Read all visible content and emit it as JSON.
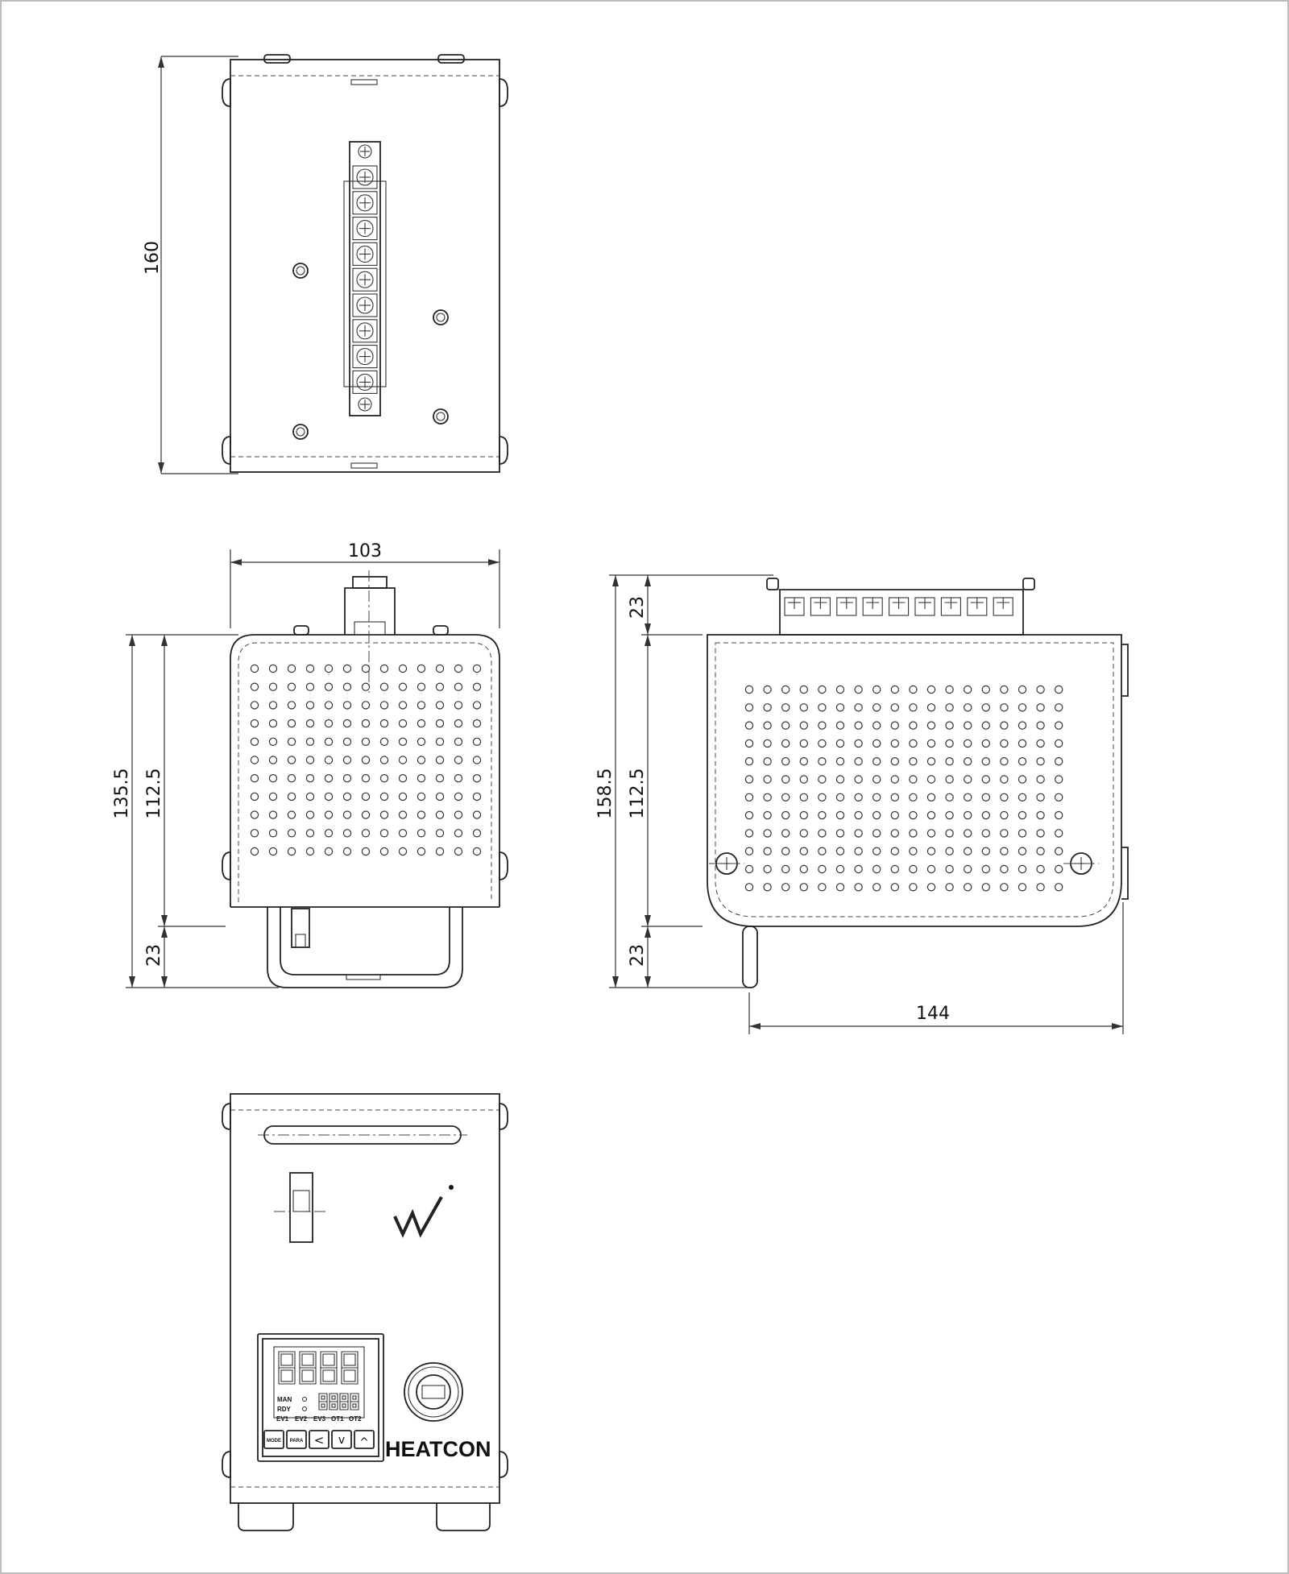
{
  "drawing": {
    "dimensions": {
      "top_height": "160",
      "front_width": "103",
      "front_total_height": "135.5",
      "front_body_height": "112.5",
      "front_handle_height": "23",
      "side_terminal_height": "23",
      "side_total_height": "158.5",
      "side_body_height": "112.5",
      "side_leg_height": "23",
      "side_depth": "144"
    },
    "panel": {
      "indicators": {
        "man": "MAN",
        "rdy": "RDY",
        "ev1": "EV1",
        "ev2": "EV2",
        "ev3": "EV3",
        "ot1": "OT1",
        "ot2": "OT2"
      },
      "buttons": {
        "mode": "MODE",
        "para": "PARA",
        "left": "<",
        "down": "v",
        "up": "^"
      },
      "brand": "HEATCON"
    },
    "colors": {
      "line": "#222222",
      "frame": "#bdbdbd"
    }
  }
}
